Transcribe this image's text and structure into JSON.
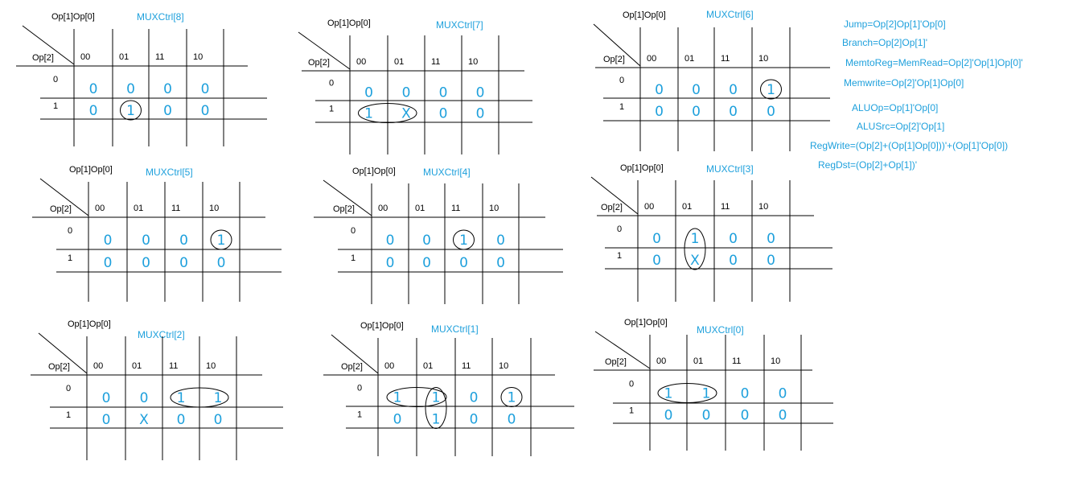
{
  "kmaps": [
    {
      "id": "mux8",
      "title": "MUXCtrl[8]",
      "col_var": "Op[1]Op[0]",
      "row_var": "Op[2]",
      "col_labels": [
        "00",
        "01",
        "11",
        "10"
      ],
      "row_labels": [
        "0",
        "1"
      ],
      "cells": [
        [
          "0",
          "0",
          "0",
          "0"
        ],
        [
          "0",
          "1",
          "0",
          "0"
        ]
      ],
      "groups": [
        {
          "row": 1,
          "cols": [
            1,
            1
          ],
          "rows": [
            1,
            1
          ]
        }
      ]
    },
    {
      "id": "mux7",
      "title": "MUXCtrl[7]",
      "col_var": "Op[1]Op[0]",
      "row_var": "Op[2]",
      "col_labels": [
        "00",
        "01",
        "11",
        "10"
      ],
      "row_labels": [
        "0",
        "1"
      ],
      "cells": [
        [
          "0",
          "0",
          "0",
          "0"
        ],
        [
          "1",
          "X",
          "0",
          "0"
        ]
      ],
      "groups": [
        {
          "cols": [
            0,
            1
          ],
          "rows": [
            1,
            1
          ]
        }
      ]
    },
    {
      "id": "mux6",
      "title": "MUXCtrl[6]",
      "col_var": "Op[1]Op[0]",
      "row_var": "Op[2]",
      "col_labels": [
        "00",
        "01",
        "11",
        "10"
      ],
      "row_labels": [
        "0",
        "1"
      ],
      "cells": [
        [
          "0",
          "0",
          "0",
          "1"
        ],
        [
          "0",
          "0",
          "0",
          "0"
        ]
      ],
      "groups": [
        {
          "cols": [
            3,
            3
          ],
          "rows": [
            0,
            0
          ]
        }
      ]
    },
    {
      "id": "mux5",
      "title": "MUXCtrl[5]",
      "col_var": "Op[1]Op[0]",
      "row_var": "Op[2]",
      "col_labels": [
        "00",
        "01",
        "11",
        "10"
      ],
      "row_labels": [
        "0",
        "1"
      ],
      "cells": [
        [
          "0",
          "0",
          "0",
          "1"
        ],
        [
          "0",
          "0",
          "0",
          "0"
        ]
      ],
      "groups": [
        {
          "cols": [
            3,
            3
          ],
          "rows": [
            0,
            0
          ]
        }
      ]
    },
    {
      "id": "mux4",
      "title": "MUXCtrl[4]",
      "col_var": "Op[1]Op[0]",
      "row_var": "Op[2]",
      "col_labels": [
        "00",
        "01",
        "11",
        "10"
      ],
      "row_labels": [
        "0",
        "1"
      ],
      "cells": [
        [
          "0",
          "0",
          "1",
          "0"
        ],
        [
          "0",
          "0",
          "0",
          "0"
        ]
      ],
      "groups": [
        {
          "cols": [
            2,
            2
          ],
          "rows": [
            0,
            0
          ]
        }
      ]
    },
    {
      "id": "mux3",
      "title": "MUXCtrl[3]",
      "col_var": "Op[1]Op[0]",
      "row_var": "Op[2]",
      "col_labels": [
        "00",
        "01",
        "11",
        "10"
      ],
      "row_labels": [
        "0",
        "1"
      ],
      "cells": [
        [
          "0",
          "1",
          "0",
          "0"
        ],
        [
          "0",
          "X",
          "0",
          "0"
        ]
      ],
      "groups": [
        {
          "cols": [
            1,
            1
          ],
          "rows": [
            0,
            1
          ]
        }
      ]
    },
    {
      "id": "mux2",
      "title": "MUXCtrl[2]",
      "col_var": "Op[1]Op[0]",
      "row_var": "Op[2]",
      "col_labels": [
        "00",
        "01",
        "11",
        "10"
      ],
      "row_labels": [
        "0",
        "1"
      ],
      "cells": [
        [
          "0",
          "0",
          "1",
          "1"
        ],
        [
          "0",
          "X",
          "0",
          "0"
        ]
      ],
      "groups": [
        {
          "cols": [
            2,
            3
          ],
          "rows": [
            0,
            0
          ]
        }
      ]
    },
    {
      "id": "mux1",
      "title": "MUXCtrl[1]",
      "col_var": "Op[1]Op[0]",
      "row_var": "Op[2]",
      "col_labels": [
        "00",
        "01",
        "11",
        "10"
      ],
      "row_labels": [
        "0",
        "1"
      ],
      "cells": [
        [
          "1",
          "1",
          "0",
          "1"
        ],
        [
          "0",
          "1",
          "0",
          "0"
        ]
      ],
      "groups": [
        {
          "cols": [
            0,
            1
          ],
          "rows": [
            0,
            0
          ]
        },
        {
          "cols": [
            1,
            1
          ],
          "rows": [
            0,
            1
          ]
        },
        {
          "cols": [
            3,
            3
          ],
          "rows": [
            0,
            0
          ]
        }
      ]
    },
    {
      "id": "mux0",
      "title": "MUXCtrl[0]",
      "col_var": "Op[1]Op[0]",
      "row_var": "Op[2]",
      "col_labels": [
        "00",
        "01",
        "11",
        "10"
      ],
      "row_labels": [
        "0",
        "1"
      ],
      "cells": [
        [
          "1",
          "1",
          "0",
          "0"
        ],
        [
          "0",
          "0",
          "0",
          "0"
        ]
      ],
      "groups": [
        {
          "cols": [
            0,
            1
          ],
          "rows": [
            0,
            0
          ]
        }
      ]
    }
  ],
  "equations": [
    "Jump=Op[2]Op[1]'Op[0]",
    "Branch=Op[2]Op[1]'",
    "MemtoReg=MemRead=Op[2]'Op[1]Op[0]'",
    "Memwrite=Op[2]'Op[1]Op[0]",
    "ALUOp=Op[1]'Op[0]",
    "ALUSrc=Op[2]'Op[1]",
    "RegWrite=(Op[2]+(Op[1]Op[0]))'+(Op[1]'Op[0])",
    "RegDst=(Op[2]+Op[1])'"
  ]
}
